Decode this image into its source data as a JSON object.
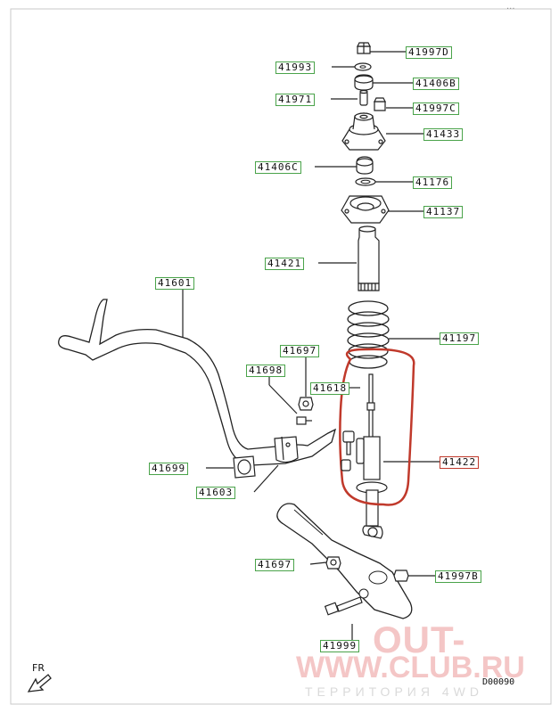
{
  "labels": {
    "p41997d": "41997D",
    "p41993": "41993",
    "p41406b": "41406B",
    "p41971": "41971",
    "p41997c": "41997C",
    "p41433": "41433",
    "p41406c": "41406C",
    "p41176": "41176",
    "p41137": "41137",
    "p41421": "41421",
    "p41601": "41601",
    "p41197": "41197",
    "p41697_upper": "41697",
    "p41698": "41698",
    "p41618": "41618",
    "p41422": "41422",
    "p41699": "41699",
    "p41603": "41603",
    "p41697_lower": "41697",
    "p41997b": "41997B",
    "p41999": "41999"
  },
  "diagram_code": "D00090",
  "fr_label": "FR",
  "corner_mark": "...",
  "watermark": {
    "line1": "OUT-",
    "line2": "WWW.CLUB.RU",
    "line3": "ТЕРРИТОРИЯ 4WD"
  },
  "colors": {
    "label_border": "#4aa34a",
    "highlight": "#c0392b",
    "line": "#222222"
  }
}
